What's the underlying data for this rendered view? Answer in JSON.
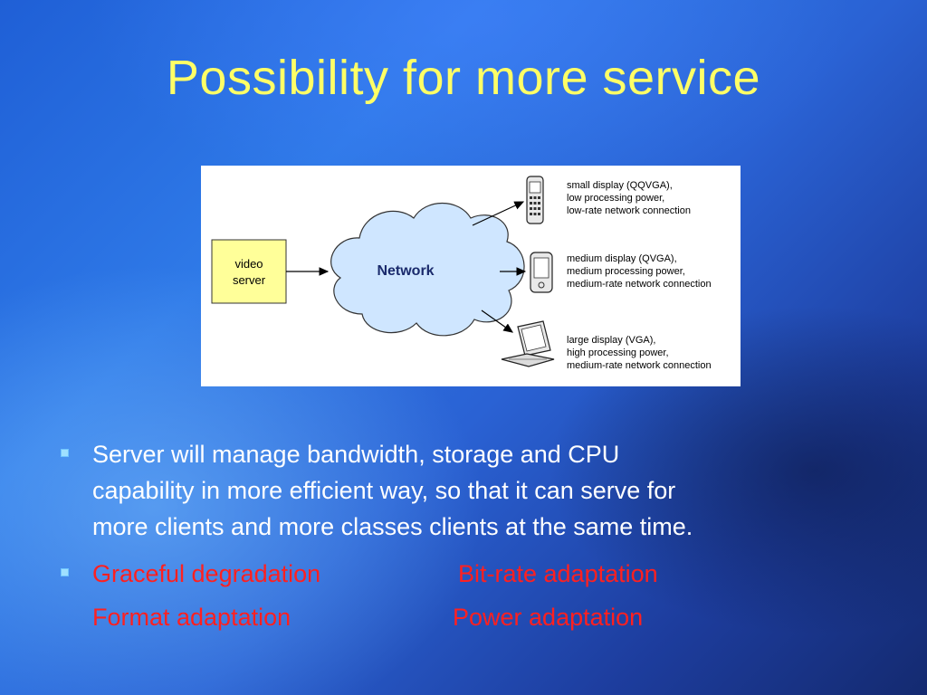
{
  "slide": {
    "title": "Possibility for more service",
    "diagram": {
      "server_label_line1": "video",
      "server_label_line2": "server",
      "network_label": "Network",
      "devices": [
        {
          "icon": "cellphone-icon",
          "lines": [
            "small display (QQVGA),",
            "low processing power,",
            "low-rate network connection"
          ]
        },
        {
          "icon": "pda-icon",
          "lines": [
            "medium display (QVGA),",
            "medium processing power,",
            "medium-rate network connection"
          ]
        },
        {
          "icon": "laptop-icon",
          "lines": [
            "large display (VGA),",
            "high processing power,",
            "medium-rate network connection"
          ]
        }
      ]
    },
    "bullets": {
      "b1_line1": "Server will manage bandwidth, storage and CPU",
      "b1_line2": "capability in more efficient way, so that it can serve for",
      "b1_line3": "more clients and more classes clients at the same time.",
      "b2_col1": "Graceful degradation",
      "b2_col2": "Bit-rate adaptation",
      "b3_col1": "Format adaptation",
      "b3_col2": "Power adaptation"
    },
    "colors": {
      "title": "#ffff66",
      "body_text": "#ffffff",
      "highlight_text": "#ff2020",
      "server_box": "#ffff99",
      "cloud_fill": "#cfe6ff"
    }
  }
}
